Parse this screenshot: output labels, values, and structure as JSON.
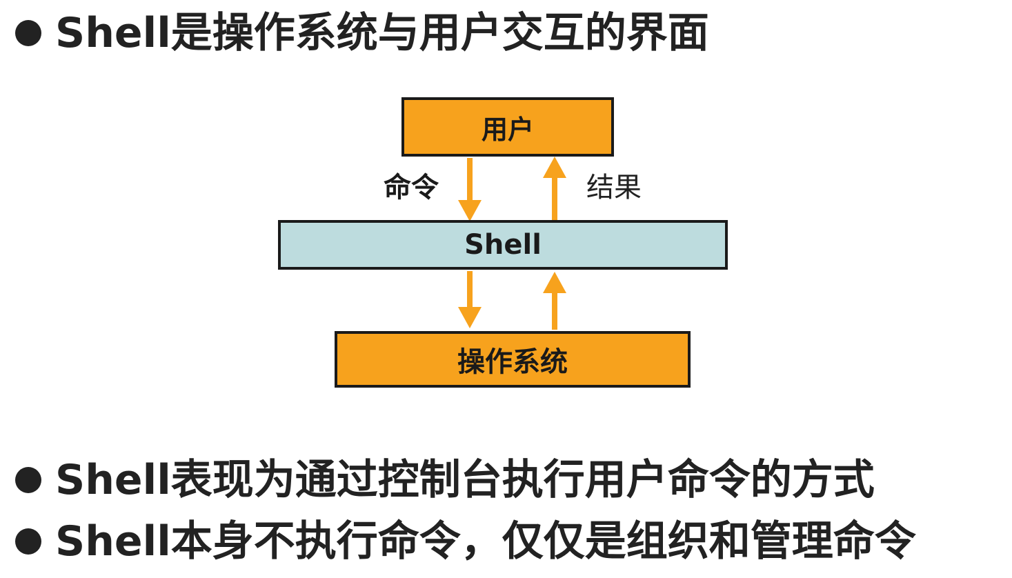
{
  "bullets": [
    "Shell是操作系统与用户交互的界面",
    "Shell表现为通过控制台执行用户命令的方式",
    "Shell本身不执行命令，仅仅是组织和管理命令"
  ],
  "diagram": {
    "user_box": "用户",
    "shell_box": "Shell",
    "os_box": "操作系统",
    "command_label": "命令",
    "result_label": "结果"
  },
  "colors": {
    "orange": "#f7a21d",
    "shell_blue": "#bddcde",
    "text": "#222222",
    "arrow": "#f7a21d"
  }
}
